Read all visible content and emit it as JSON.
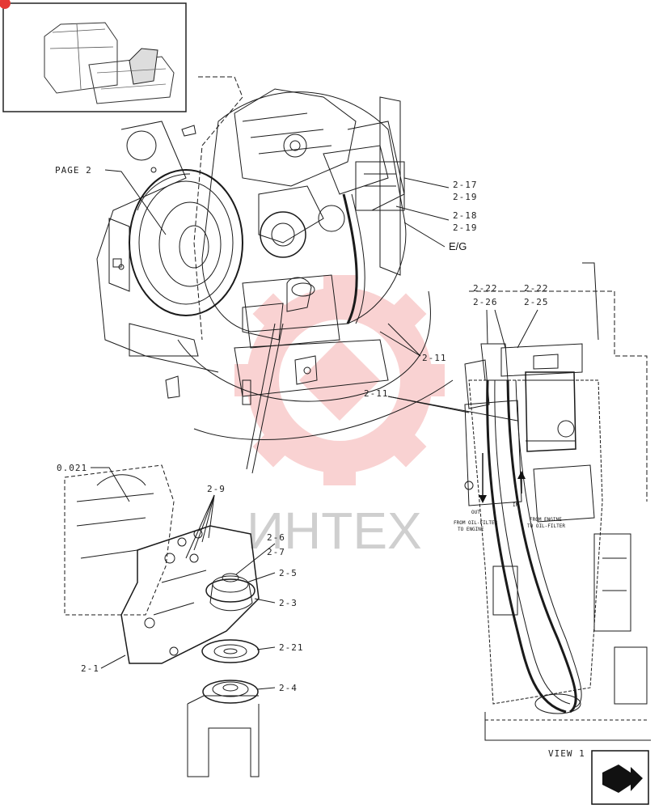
{
  "labels": {
    "page2": "PAGE 2",
    "ref_2_17": "2-17",
    "ref_2_19a": "2-19",
    "ref_2_18": "2-18",
    "ref_2_19b": "2-19",
    "eg": "E/G",
    "ref_2_11a": "2-11",
    "ref_2_11b": "2-11",
    "ref_2_22a": "2-22",
    "ref_2_26": "2-26",
    "ref_2_22b": "2-22",
    "ref_2_25": "2-25",
    "ref_0_021": "0.021",
    "ref_2_9": "2-9",
    "ref_2_6": "2-6",
    "ref_2_7": "2-7",
    "ref_2_5": "2-5",
    "ref_2_3": "2-3",
    "ref_2_21": "2-21",
    "ref_2_4": "2-4",
    "ref_2_1": "2-1",
    "out": "OUT",
    "out_note_1": "FROM OIL-FILTER",
    "out_note_2": "TO ENGINE",
    "in": "IN",
    "in_note_1": "FROM ENGINE",
    "in_note_2": "TO OIL-FILTER",
    "view": "VIEW 1"
  },
  "watermark": "ИНТЕХ",
  "colors": {
    "line": "#1a1a1a",
    "watermark_red": "#e53935",
    "watermark_gray": "#c8c8c8"
  },
  "icons": [
    "excavator-thumbnail",
    "next-page-arrow-icon"
  ]
}
